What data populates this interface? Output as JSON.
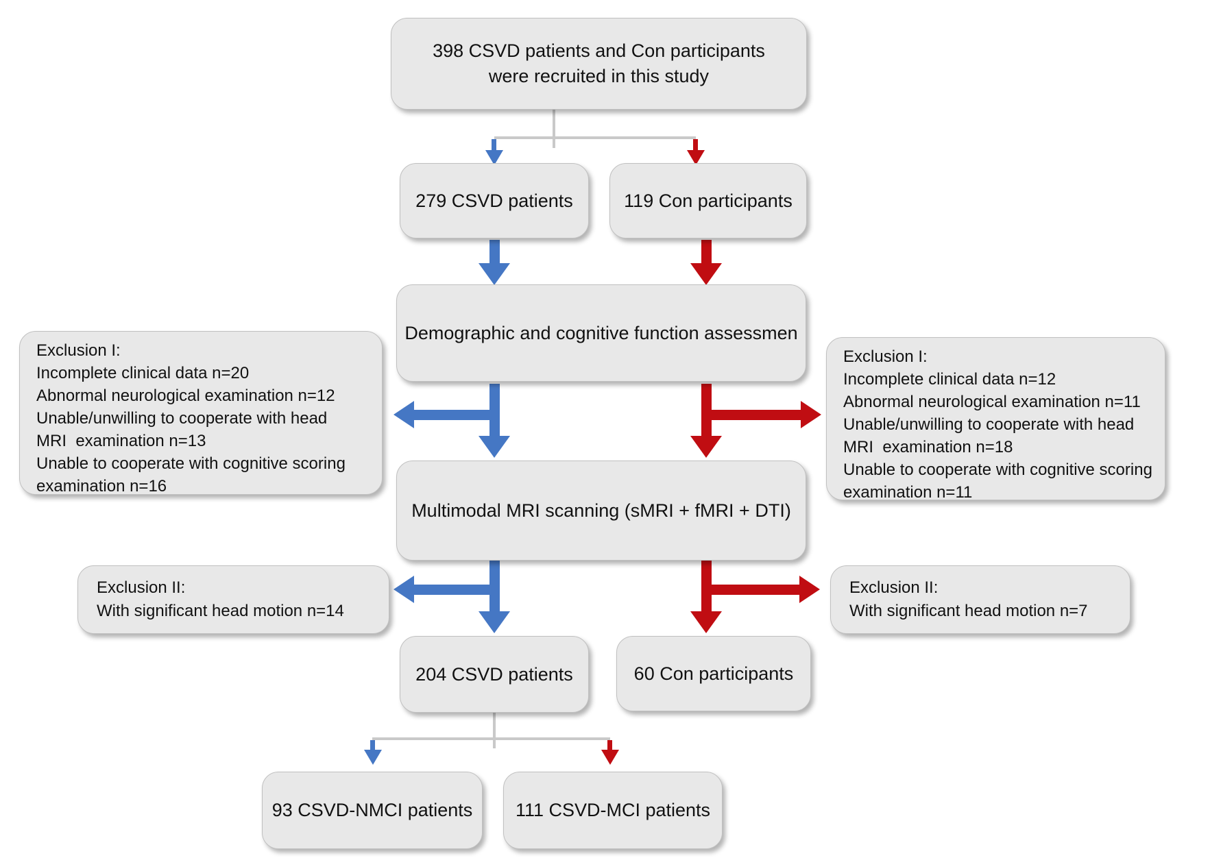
{
  "colors": {
    "blue": "#4577c4",
    "red": "#c00d12",
    "connector": "#c9c9c9",
    "box_fill": "#e8e8e8",
    "box_border": "#c0c0c0"
  },
  "boxes": {
    "recruited": {
      "line1": "398 CSVD patients and Con participants",
      "line2": "were recruited in this study"
    },
    "csvd279": {
      "label": "279 CSVD patients"
    },
    "con119": {
      "label": "119 Con participants"
    },
    "assessment": {
      "label": "Demographic and cognitive function assessmen"
    },
    "exclusion1_left": {
      "lines": [
        "Exclusion I:",
        "Incomplete clinical data n=20",
        "Abnormal neurological examination n=12",
        "Unable/unwilling to cooperate with head",
        "MRI  examination n=13",
        "Unable to cooperate with cognitive scoring",
        "examination n=16"
      ]
    },
    "exclusion1_right": {
      "lines": [
        "Exclusion I:",
        "Incomplete clinical data n=12",
        "Abnormal neurological examination n=11",
        "Unable/unwilling to cooperate with head",
        "MRI  examination n=18",
        "Unable to cooperate with cognitive scoring",
        "examination n=11"
      ]
    },
    "mri": {
      "label": "Multimodal MRI scanning (sMRI + fMRI + DTI)"
    },
    "exclusion2_left": {
      "lines": [
        "Exclusion II:",
        "With significant head motion n=14"
      ]
    },
    "exclusion2_right": {
      "lines": [
        "Exclusion II:",
        "With significant head motion n=7"
      ]
    },
    "csvd204": {
      "label": "204 CSVD patients"
    },
    "con60": {
      "label": "60 Con participants"
    },
    "nmci93": {
      "label": "93 CSVD-NMCI patients"
    },
    "mci111": {
      "label": "111 CSVD-MCI patients"
    }
  }
}
